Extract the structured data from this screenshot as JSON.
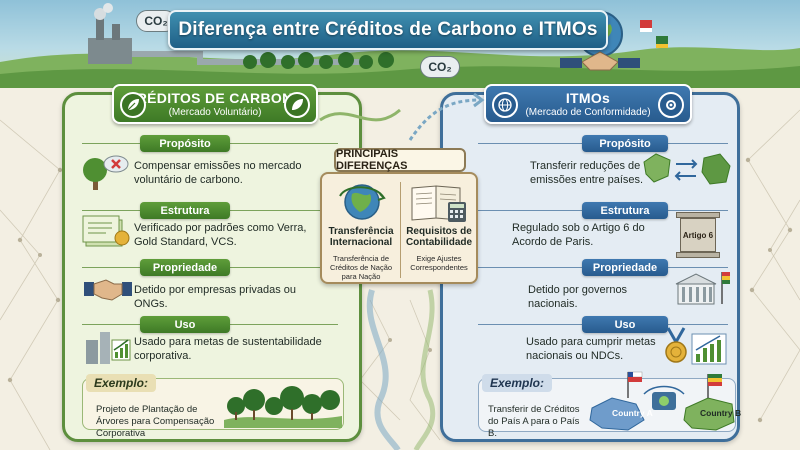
{
  "header": {
    "title": "Diferença entre Créditos de Carbono e ITMOs",
    "co2_label": "CO₂"
  },
  "left_panel": {
    "title": "CRÉDITOS DE CARBONO",
    "subtitle": "(Mercado Voluntário)",
    "header_icon": "leaf-icon",
    "sections": [
      {
        "label": "Propósito",
        "text": "Compensar emissões no mercado voluntário de carbono.",
        "icon": "tree-with-x-cloud-icon"
      },
      {
        "label": "Estrutura",
        "text": "Verificado por padrões como Verra, Gold Standard, VCS.",
        "icon": "certificate-icon"
      },
      {
        "label": "Propriedade",
        "text": "Detido por empresas privadas ou ONGs.",
        "icon": "handshake-icon"
      },
      {
        "label": "Uso",
        "text": "Usado para metas de sustentabilidade corporativa.",
        "icon": "buildings-growth-chart-icon"
      }
    ],
    "example": {
      "label": "Exemplo:",
      "text": "Projeto de Plantação de Árvores para Compensação Corporativa"
    }
  },
  "right_panel": {
    "title": "ITMOs",
    "subtitle": "(Mercado de Conformidade)",
    "header_icon": "globe-network-icon",
    "sections": [
      {
        "label": "Propósito",
        "text": "Transferir reduções de emissões entre países.",
        "icon": "country-transfer-arrows-icon"
      },
      {
        "label": "Estrutura",
        "text": "Regulado sob o Artigo 6 do Acordo de Paris.",
        "icon": "article-6-pillar-icon",
        "icon_text": "Artigo 6"
      },
      {
        "label": "Propriedade",
        "text": "Detido por governos nacionais.",
        "icon": "government-building-flag-icon"
      },
      {
        "label": "Uso",
        "text": "Usado para cumprir metas nacionais ou NDCs.",
        "icon": "medal-growth-chart-icon"
      }
    ],
    "example": {
      "label": "Exemplo:",
      "text": "Transferir de Créditos do País A para o País B.",
      "country_a": "Country A",
      "country_b": "Country B"
    }
  },
  "center": {
    "title": "PRINCIPAIS DIFERENÇAS",
    "items": [
      {
        "title": "Transferência Internacional",
        "subtitle": "Transferência de Créditos de Nação para Nação",
        "icon": "globe-transfer-icon"
      },
      {
        "title": "Requisitos de Contabilidade",
        "subtitle": "Exige Ajustes Correspondentes",
        "icon": "ledger-calculator-icon"
      }
    ]
  },
  "colors": {
    "green_primary": "#4e8a30",
    "blue_primary": "#30679c",
    "title_blue": "#2a6f98",
    "background": "#f3efe3"
  }
}
